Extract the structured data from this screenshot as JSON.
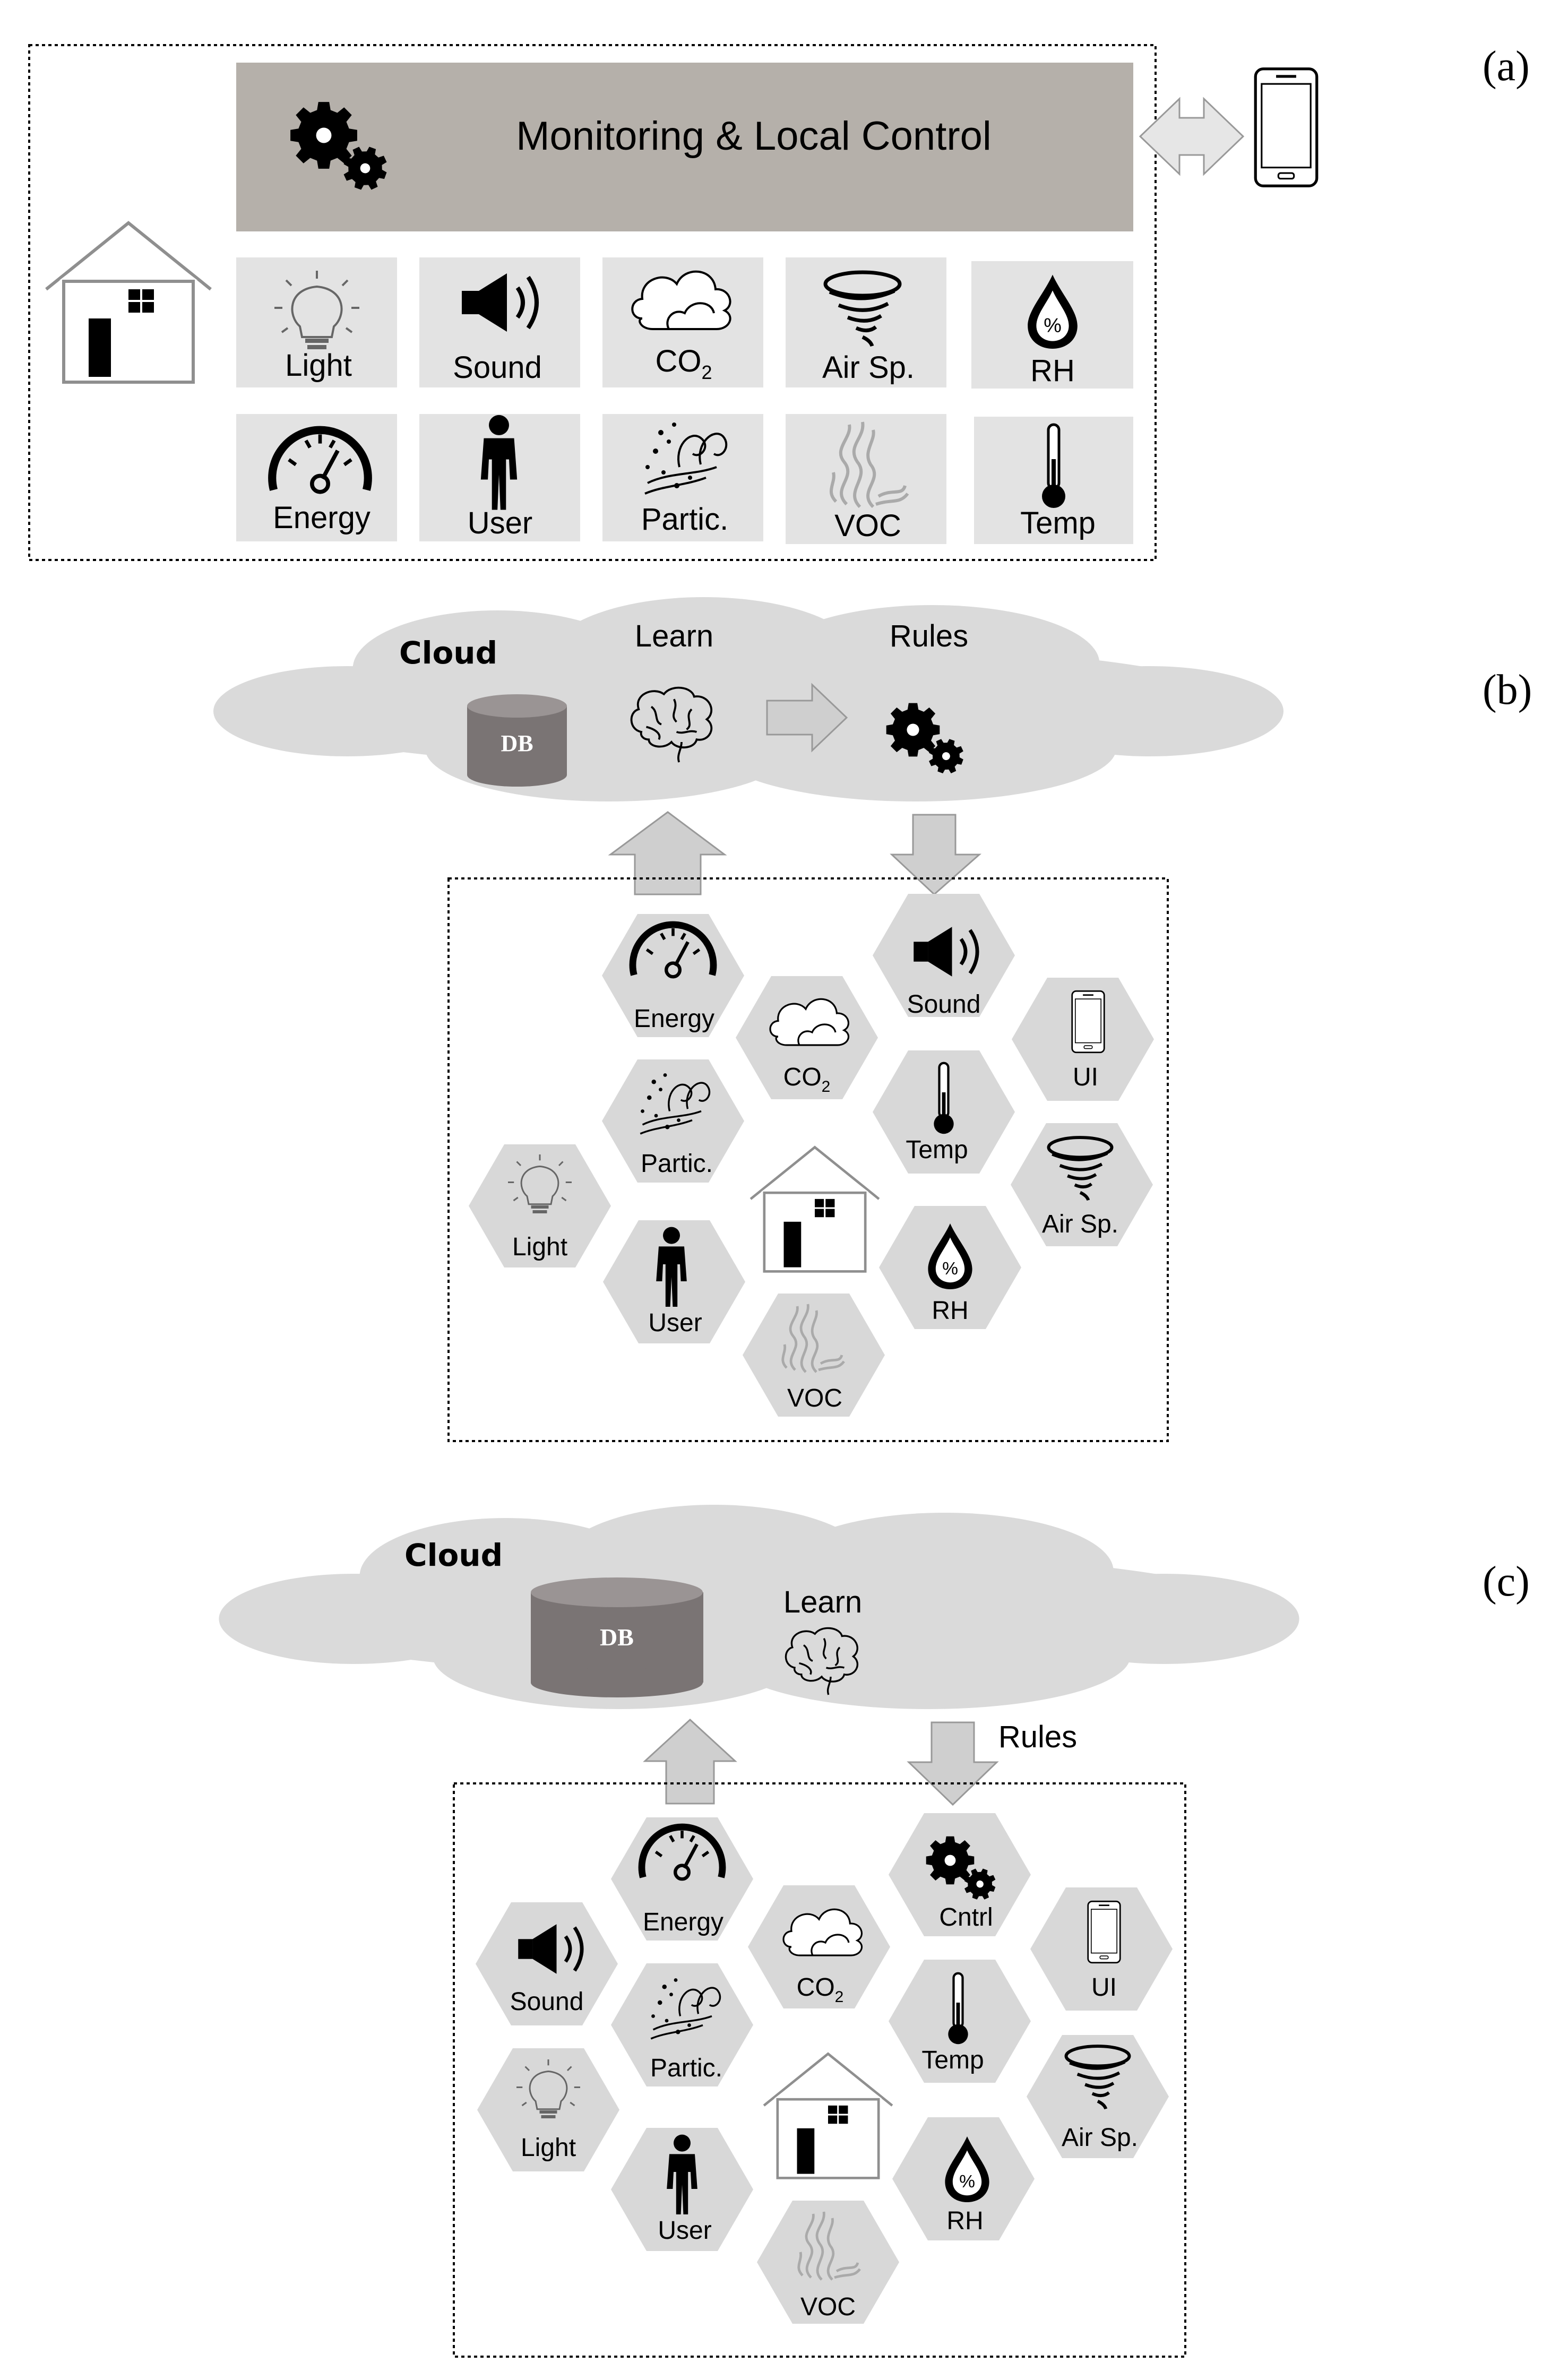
{
  "panels": {
    "a": {
      "letter": "(a)"
    },
    "b": {
      "letter": "(b)"
    },
    "c": {
      "letter": "(c)"
    }
  },
  "a": {
    "banner": "Monitoring & Local Control",
    "tiles": [
      "Light",
      "Sound",
      "CO",
      "Air Sp.",
      "RH",
      "Energy",
      "User",
      "Partic.",
      "VOC",
      "Temp"
    ],
    "co2_sub": "2"
  },
  "b": {
    "cloud": "Cloud",
    "learn": "Learn",
    "rules": "Rules",
    "db": "DB",
    "hex": {
      "energy": "Energy",
      "co2": "CO",
      "co2_sub": "2",
      "sound": "Sound",
      "ui": "UI",
      "partic": "Partic.",
      "temp": "Temp",
      "light": "Light",
      "airsp": "Air Sp.",
      "user": "User",
      "rh": "RH",
      "voc": "VOC"
    }
  },
  "c": {
    "cloud": "Cloud",
    "learn": "Learn",
    "rules": "Rules",
    "db": "DB",
    "hex": {
      "energy": "Energy",
      "cntrl": "Cntrl",
      "sound": "Sound",
      "co2": "CO",
      "co2_sub": "2",
      "ui": "UI",
      "partic": "Partic.",
      "temp": "Temp",
      "light": "Light",
      "airsp": "Air Sp.",
      "user": "User",
      "rh": "RH",
      "voc": "VOC"
    }
  },
  "colors": {
    "banner": "#b5b0aa",
    "tile": "#e3e3e3",
    "hex": "#d8d8d8",
    "cloud": "#dadada",
    "arrow": "#cfcfcf",
    "db": "#7a7474",
    "ink": "#000000"
  },
  "icons": [
    "gears-icon",
    "phone-icon",
    "house-icon",
    "bulb-icon",
    "speaker-icon",
    "cloud-icon",
    "tornado-icon",
    "drop-icon",
    "gauge-icon",
    "person-icon",
    "particles-icon",
    "smoke-icon",
    "thermometer-icon",
    "brain-icon",
    "database-icon",
    "arrow-icon"
  ]
}
